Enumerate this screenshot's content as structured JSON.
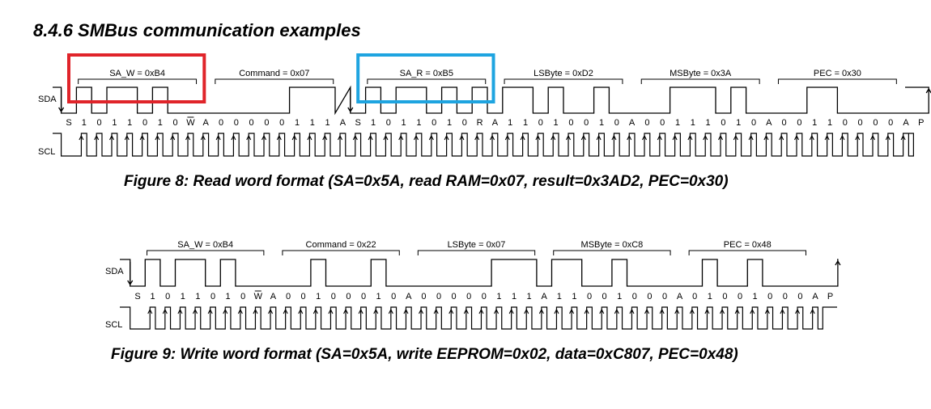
{
  "section_title": "8.4.6 SMBus communication examples",
  "figure8": {
    "caption": "Figure 8: Read word format (SA=0x5A, read RAM=0x07, result=0x3AD2, PEC=0x30)",
    "sda_label": "SDA",
    "scl_label": "SCL",
    "bits": [
      "S",
      "1",
      "0",
      "1",
      "1",
      "0",
      "1",
      "0",
      "W",
      "A",
      "0",
      "0",
      "0",
      "0",
      "0",
      "1",
      "1",
      "1",
      "A",
      "S",
      "1",
      "0",
      "1",
      "1",
      "0",
      "1",
      "0",
      "R",
      "A",
      "1",
      "1",
      "0",
      "1",
      "0",
      "0",
      "1",
      "0",
      "A",
      "0",
      "0",
      "1",
      "1",
      "1",
      "0",
      "1",
      "0",
      "A",
      "0",
      "0",
      "1",
      "1",
      "0",
      "0",
      "0",
      "0",
      "A",
      "P"
    ],
    "groups": [
      {
        "label": "SA_W = 0xB4",
        "start": 1,
        "end": 8
      },
      {
        "label": "Command = 0x07",
        "start": 10,
        "end": 17
      },
      {
        "label": "SA_R = 0xB5",
        "start": 20,
        "end": 27
      },
      {
        "label": "LSByte = 0xD2",
        "start": 29,
        "end": 36
      },
      {
        "label": "MSByte = 0x3A",
        "start": 38,
        "end": 45
      },
      {
        "label": "PEC = 0x30",
        "start": 47,
        "end": 54
      }
    ],
    "highlights": [
      {
        "group": 0,
        "color": "#e0242a"
      },
      {
        "group": 2,
        "color": "#1ea4e0"
      }
    ]
  },
  "figure9": {
    "caption": "Figure 9: Write word format (SA=0x5A, write EEPROM=0x02, data=0xC807, PEC=0x48)",
    "sda_label": "SDA",
    "scl_label": "SCL",
    "bits": [
      "S",
      "1",
      "0",
      "1",
      "1",
      "0",
      "1",
      "0",
      "W",
      "A",
      "0",
      "0",
      "1",
      "0",
      "0",
      "0",
      "1",
      "0",
      "A",
      "0",
      "0",
      "0",
      "0",
      "0",
      "1",
      "1",
      "1",
      "A",
      "1",
      "1",
      "0",
      "0",
      "1",
      "0",
      "0",
      "0",
      "A",
      "0",
      "1",
      "0",
      "0",
      "1",
      "0",
      "0",
      "0",
      "A",
      "P"
    ],
    "groups": [
      {
        "label": "SA_W = 0xB4",
        "start": 1,
        "end": 8
      },
      {
        "label": "Command = 0x22",
        "start": 10,
        "end": 17
      },
      {
        "label": "LSByte = 0x07",
        "start": 19,
        "end": 26
      },
      {
        "label": "MSByte = 0xC8",
        "start": 28,
        "end": 35
      },
      {
        "label": "PEC = 0x48",
        "start": 37,
        "end": 44
      }
    ]
  }
}
